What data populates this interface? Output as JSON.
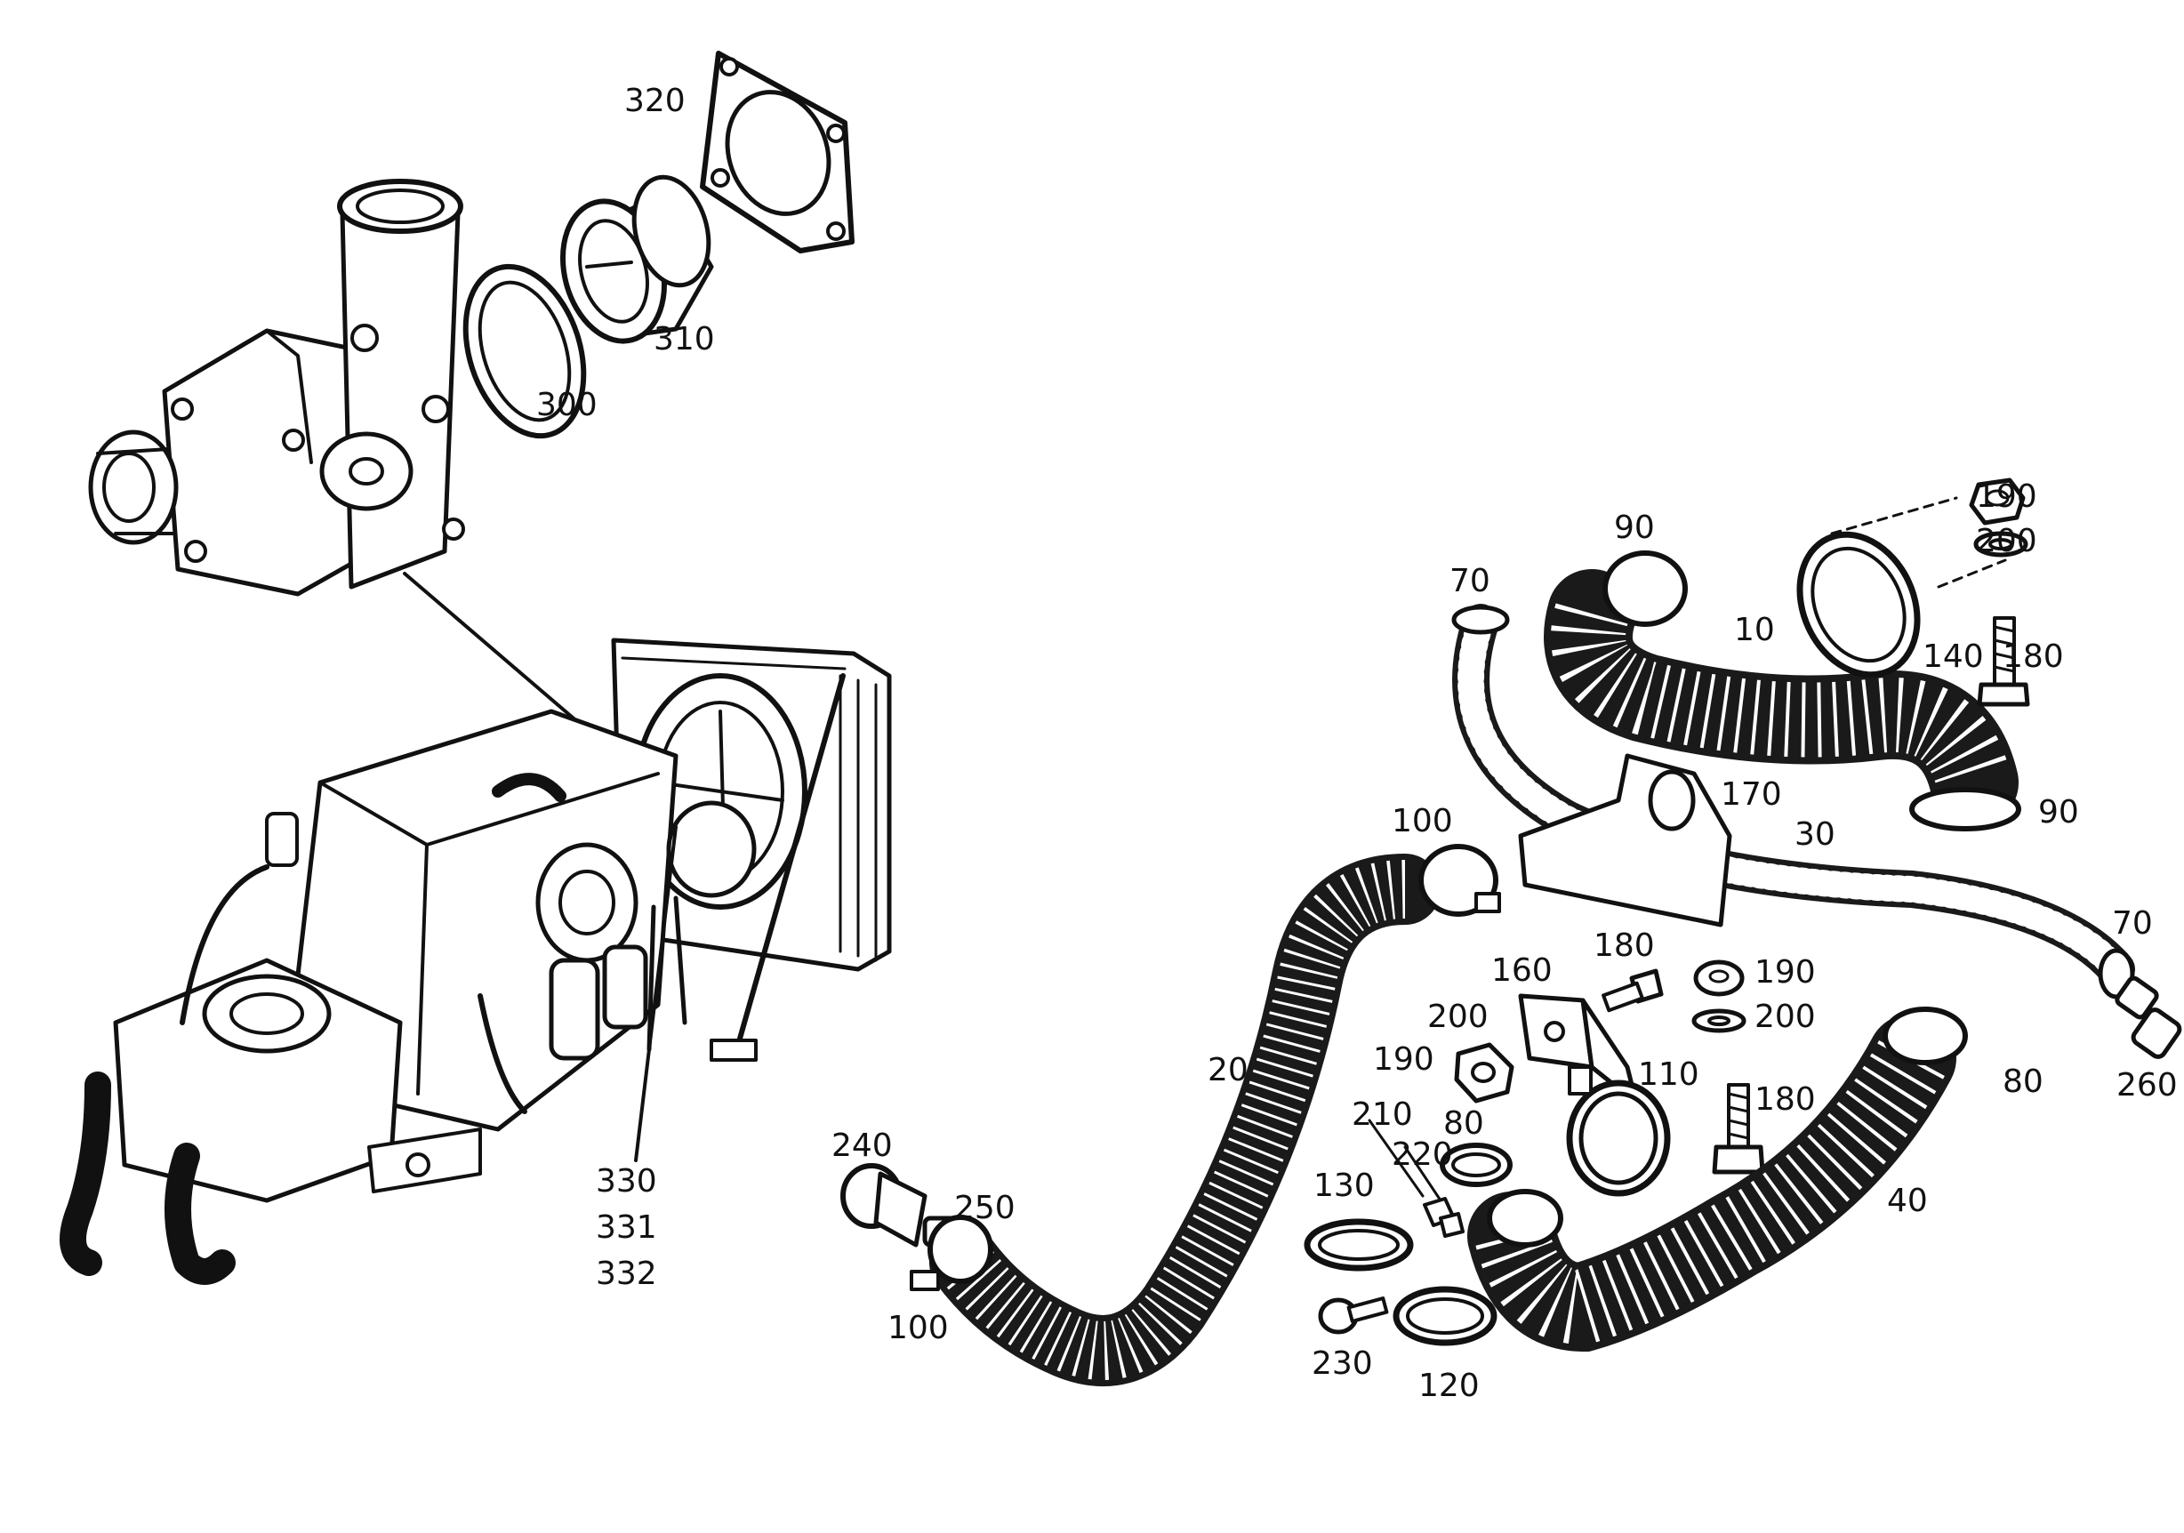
{
  "colors": {
    "ink": "#111111",
    "background": "#ffffff"
  },
  "labels": {
    "l320": "320",
    "l310": "310",
    "l300": "300",
    "l90_top": "90",
    "l190_top": "190",
    "l200_top": "200",
    "l70_top": "70",
    "l10": "10",
    "l140": "140",
    "l180_top": "180",
    "l170": "170",
    "l30": "30",
    "l90_right": "90",
    "l100_top": "100",
    "l70_right": "70",
    "l160": "160",
    "l180_mid": "180",
    "l190_mid": "190",
    "l200_mid_right": "200",
    "l200_mid_left": "200",
    "l190_mid_left": "190",
    "l110": "110",
    "l20": "20",
    "l260": "260",
    "l80_right": "80",
    "l180_low": "180",
    "l210": "210",
    "l220": "220",
    "l80_mid": "80",
    "l130": "130",
    "l240": "240",
    "l250": "250",
    "l40": "40",
    "l100_low": "100",
    "l230": "230",
    "l120": "120",
    "l330": "330",
    "l331": "331",
    "l332": "332"
  }
}
